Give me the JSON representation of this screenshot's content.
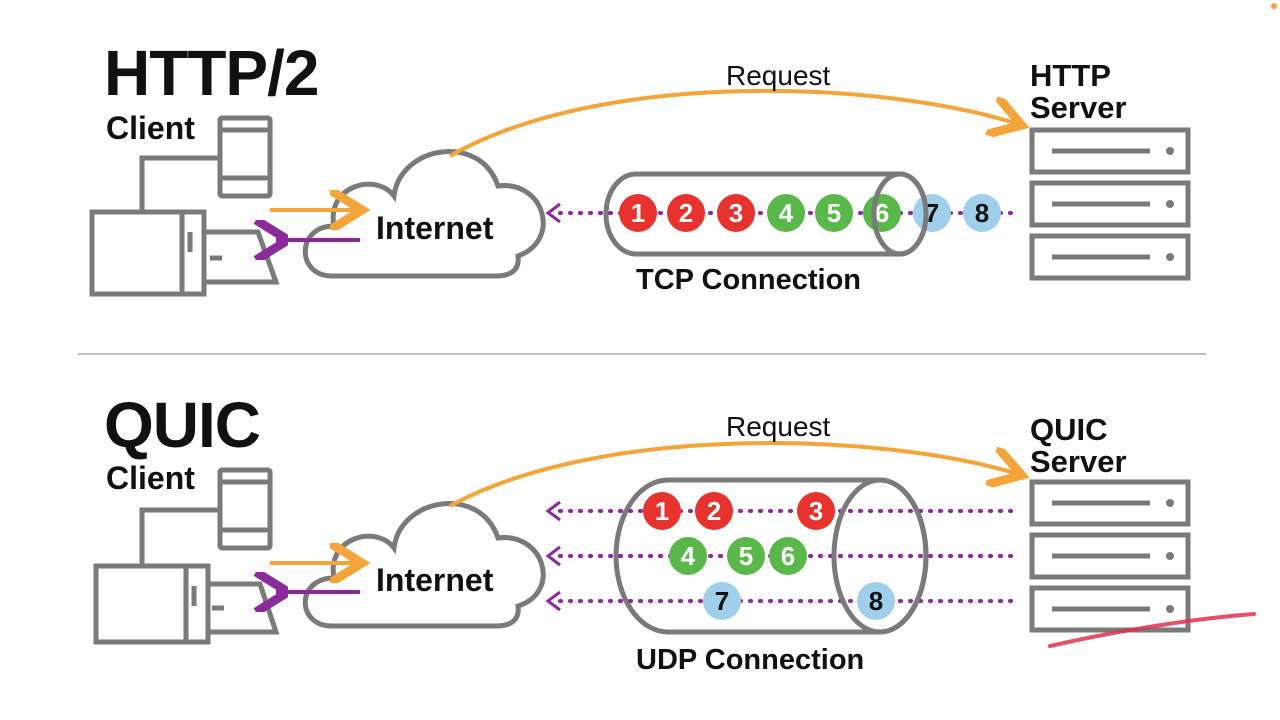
{
  "http2": {
    "title": "HTTP/2",
    "client_label": "Client",
    "internet_label": "Internet",
    "request_label": "Request",
    "server_label_line1": "HTTP",
    "server_label_line2": "Server",
    "connection_label": "TCP Connection",
    "packets": [
      {
        "n": "1",
        "color": "red"
      },
      {
        "n": "2",
        "color": "red"
      },
      {
        "n": "3",
        "color": "red"
      },
      {
        "n": "4",
        "color": "green"
      },
      {
        "n": "5",
        "color": "green"
      },
      {
        "n": "6",
        "color": "green"
      },
      {
        "n": "7",
        "color": "blue"
      },
      {
        "n": "8",
        "color": "blue"
      }
    ]
  },
  "quic": {
    "title": "QUIC",
    "client_label": "Client",
    "internet_label": "Internet",
    "request_label": "Request",
    "server_label_line1": "QUIC",
    "server_label_line2": "Server",
    "connection_label": "UDP Connection",
    "streams": [
      [
        {
          "n": "1",
          "color": "red"
        },
        {
          "n": "2",
          "color": "red"
        },
        {
          "n": "3",
          "color": "red"
        }
      ],
      [
        {
          "n": "4",
          "color": "green"
        },
        {
          "n": "5",
          "color": "green"
        },
        {
          "n": "6",
          "color": "green"
        }
      ],
      [
        {
          "n": "7",
          "color": "blue"
        },
        {
          "n": "8",
          "color": "blue"
        }
      ]
    ]
  },
  "colors": {
    "red": "#e8322e",
    "green": "#5ab84a",
    "blue": "#9fcfea",
    "orange": "#f5a43a",
    "purple": "#8b2a9b",
    "gray": "#7a7a7a",
    "divider": "#bdbdbd"
  }
}
